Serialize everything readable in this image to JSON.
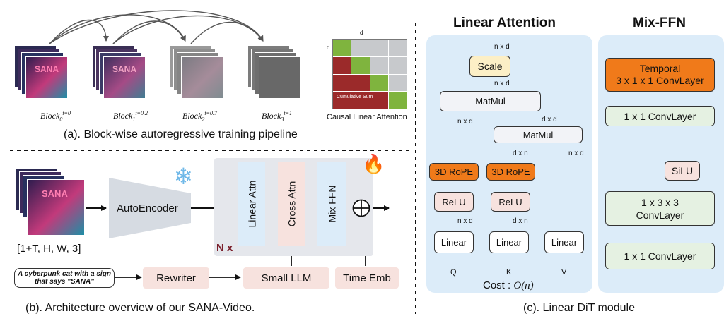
{
  "panel_a": {
    "blocks": [
      {
        "base": "Block",
        "sub": "0",
        "sup": "t=0"
      },
      {
        "base": "Block",
        "sub": "1",
        "sup": "t=0.2"
      },
      {
        "base": "Block",
        "sub": "2",
        "sup": "t=0.7"
      },
      {
        "base": "Block",
        "sub": "3",
        "sup": "t=1"
      }
    ],
    "frame_text": "SANA",
    "mini_dim": "d",
    "cumulative_label": "Cumulative Sum",
    "causal_label": "Causal Linear Attention",
    "caption": "(a). Block-wise autoregressive training pipeline"
  },
  "panel_b": {
    "input_dims": "[1+T, H, W, 3]",
    "autoencoder": "AutoEncoder",
    "linear_attn": "Linear Attn",
    "cross_attn": "Cross Attn",
    "mix_ffn": "Mix FFN",
    "repeat": "N x",
    "prompt": "A cyberpunk cat with a sign that says \"SANA\"",
    "rewriter": "Rewriter",
    "small_llm": "Small LLM",
    "time_emb": "Time Emb",
    "caption": "(b). Architecture overview of our SANA-Video."
  },
  "panel_c": {
    "linear_attention_title": "Linear Attention",
    "mixffn_title": "Mix-FFN",
    "scale": "Scale",
    "matmul": "MatMul",
    "rope": "3D RoPE",
    "relu": "ReLU",
    "linear": "Linear",
    "q": "Q",
    "k": "K",
    "v": "V",
    "cost_prefix": "Cost : ",
    "cost_formula": "O(n)",
    "dims": {
      "nxd": "n x d",
      "dxd": "d x d",
      "dxn": "d x n"
    },
    "temporal_line1": "Temporal",
    "temporal_line2": "3 x 1 x 1 ConvLayer",
    "conv1x1": "1 x 1 ConvLayer",
    "silu": "SiLU",
    "conv133_line1": "1 x 3 x 3",
    "conv133_line2": "ConvLayer",
    "caption": "(c). Linear DiT module"
  },
  "colors": {
    "panel_bg": "#dcecf9",
    "orange": "#f07a1a",
    "pink_box": "#f7e2de",
    "cream": "#fcefc6",
    "green_box": "#e5f1e2",
    "block_grey": "#e5e7ec"
  }
}
